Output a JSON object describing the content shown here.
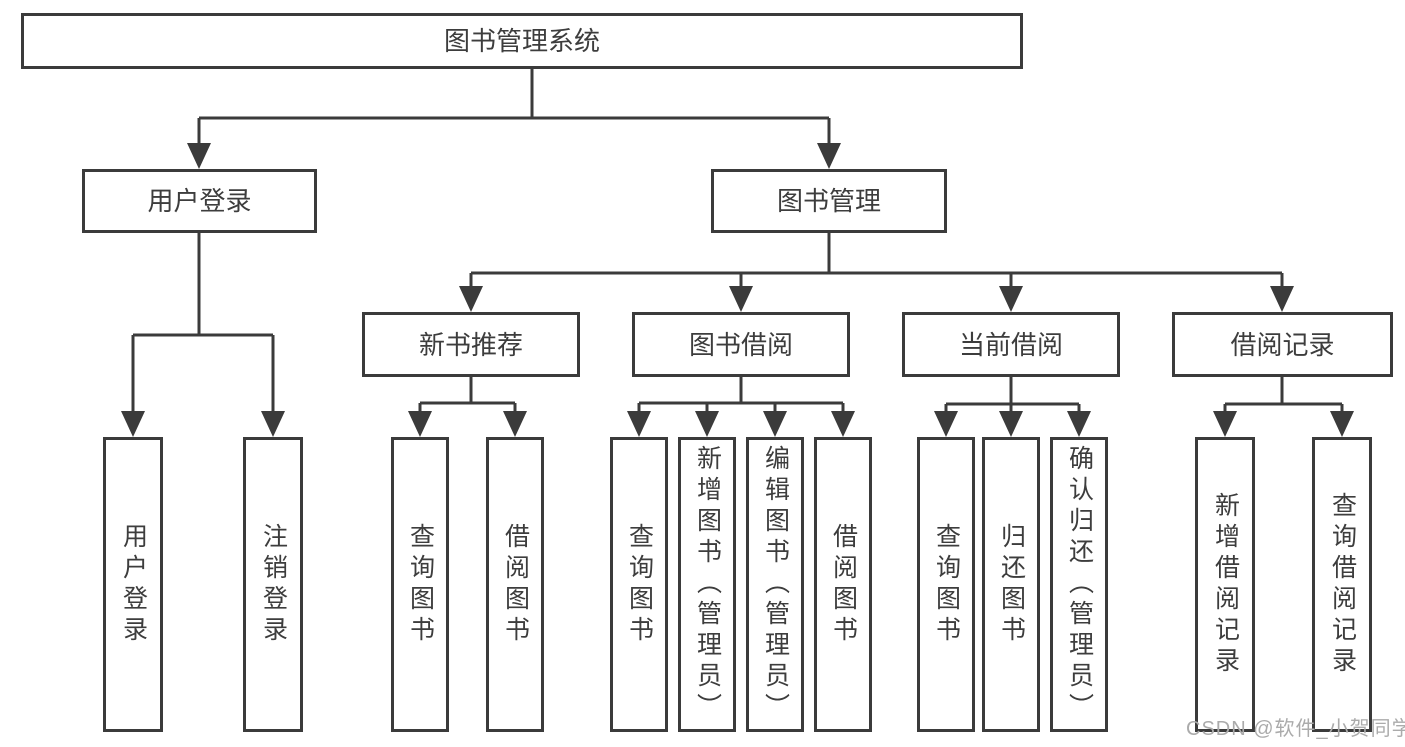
{
  "nodes": {
    "root": "图书管理系统",
    "user_login": "用户登录",
    "book_mgmt": "图书管理",
    "new_book_rec": "新书推荐",
    "book_borrow": "图书借阅",
    "current_borrow": "当前借阅",
    "borrow_record": "借阅记录",
    "leaf_user_login": "用户登录",
    "leaf_logout": "注销登录",
    "rec_query_books": "查询图书",
    "rec_borrow_books": "借阅图书",
    "bb_query_books": "查询图书",
    "bb_add_books": "新增图书（管理员）",
    "bb_edit_books": "编辑图书（管理员）",
    "bb_borrow_books": "借阅图书",
    "cb_query_books": "查询图书",
    "cb_return_books": "归还图书",
    "cb_confirm_return": "确认归还（管理员）",
    "br_add_record": "新增借阅记录",
    "br_query_record": "查询借阅记录"
  },
  "watermark": "CSDN @软件_小贺同学",
  "colors": {
    "line": "#3b3b3b",
    "text": "#3d3d3d",
    "box_background": "#ffffff",
    "page_background": "#ffffff",
    "watermark": "#ababab"
  }
}
